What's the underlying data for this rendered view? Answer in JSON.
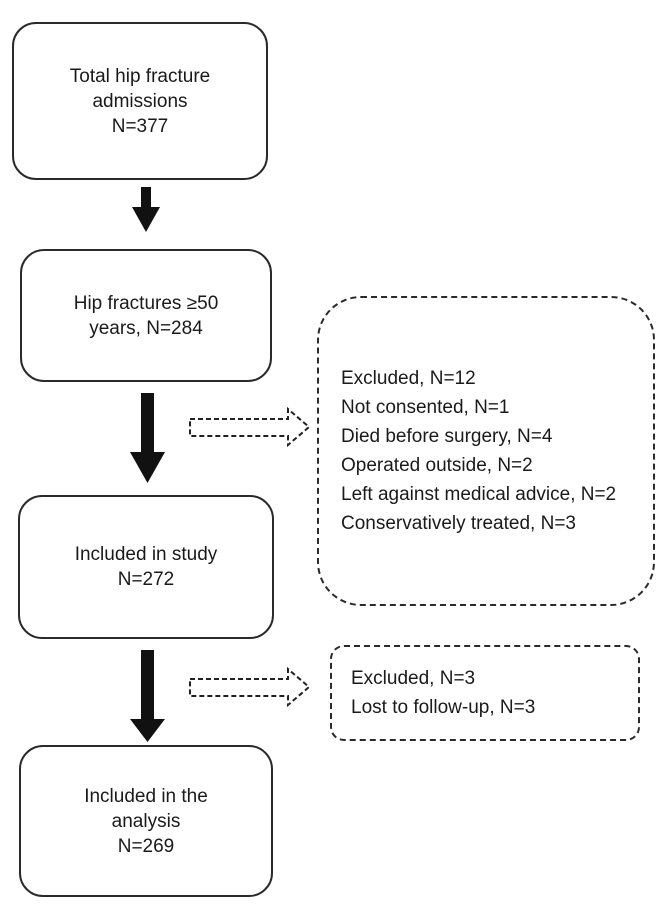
{
  "boxes": {
    "total": {
      "line1": "Total hip fracture",
      "line2": "admissions",
      "line3": "N=377"
    },
    "age": {
      "line1": "Hip fractures ≥50",
      "line2": "years, N=284"
    },
    "study": {
      "line1": "Included in study",
      "line2": "N=272"
    },
    "analysis": {
      "line1": "Included in the",
      "line2": "analysis",
      "line3": "N=269"
    }
  },
  "exclusions": {
    "first": {
      "lines": [
        "Excluded, N=12",
        "Not consented, N=1",
        "Died before surgery, N=4",
        "Operated outside, N=2",
        "Left against medical advice, N=2",
        "Conservatively treated, N=3"
      ]
    },
    "second": {
      "lines": [
        "Excluded, N=3",
        "Lost to follow-up, N=3"
      ]
    }
  }
}
